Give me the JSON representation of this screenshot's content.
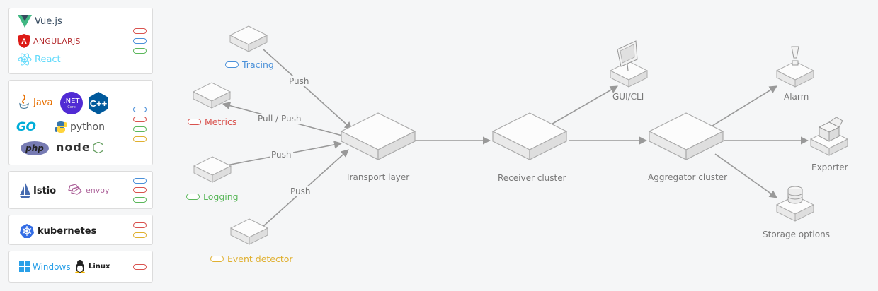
{
  "colors": {
    "red": "#d9534f",
    "blue": "#4a90d9",
    "green": "#5cb85c",
    "yellow": "#e0b030",
    "arrow": "#999999"
  },
  "panels": {
    "frontend": {
      "vue": "Vue.js",
      "angular": "ANGULARJS",
      "react": "React"
    },
    "backend": {
      "java": "Java",
      "dotnet": ".NET",
      "dotnet_sub": "Core",
      "cpp": "C++",
      "go": "GO",
      "python": "python",
      "php": "php",
      "node": "node"
    },
    "mesh": {
      "istio": "Istio",
      "envoy": "envoy"
    },
    "orchestration": {
      "kubernetes": "kubernetes"
    },
    "os": {
      "windows": "Windows",
      "linux": "Linux"
    }
  },
  "sources": {
    "tracing": "Tracing",
    "metrics": "Metrics",
    "logging": "Logging",
    "event": "Event detector"
  },
  "edges": {
    "push1": "Push",
    "pullpush": "Pull / Push",
    "push2": "Push",
    "push3": "Push"
  },
  "nodes": {
    "transport": "Transport layer",
    "receiver": "Receiver cluster",
    "aggregator": "Aggregator cluster",
    "gui": "GUI/CLI",
    "alarm": "Alarm",
    "exporter": "Exporter",
    "storage": "Storage options"
  }
}
